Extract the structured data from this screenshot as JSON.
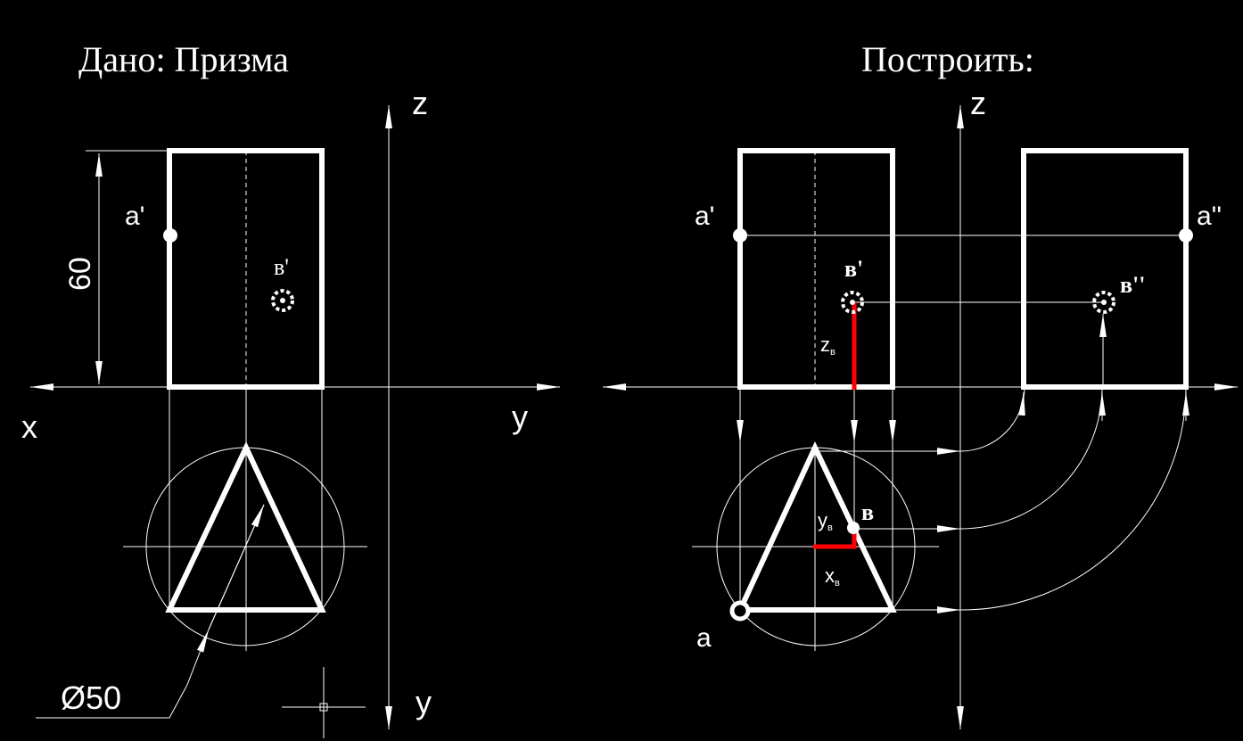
{
  "colors": {
    "background": "#000000",
    "lines": "#ffffff",
    "highlight": "#ff0000"
  },
  "left_panel": {
    "title": "Дано:  Призма",
    "axis_z": "z",
    "axis_x": "x",
    "axis_y_horizontal": "y",
    "axis_y_vertical": "y",
    "point_a_front": "a'",
    "point_b_front": "в'",
    "dimension_height": "60",
    "dimension_diameter": "Ø50"
  },
  "right_panel": {
    "title": "Построить:",
    "axis_z": "z",
    "point_a_front": "a'",
    "point_a_side": "a''",
    "point_a_top": "a",
    "point_b_front": "в'",
    "point_b_side": "в''",
    "point_b_top": "в",
    "coord_z": "z",
    "coord_y": "y",
    "coord_x": "x",
    "coord_subscript": "в"
  }
}
